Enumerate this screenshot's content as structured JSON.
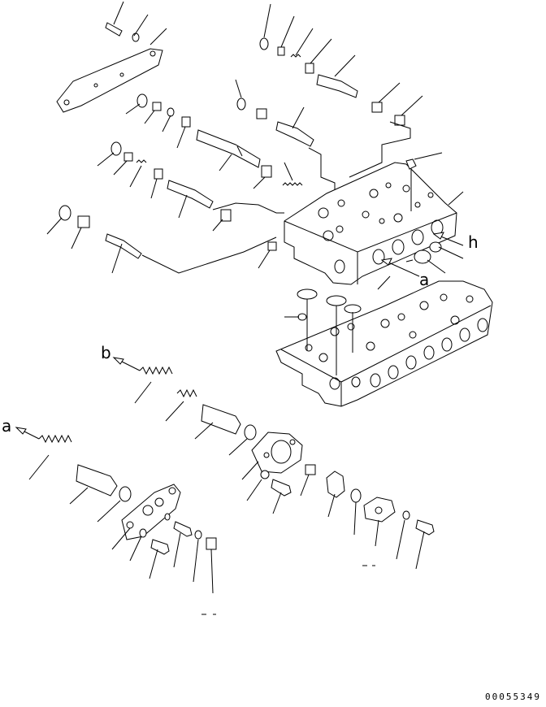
{
  "diagram": {
    "labels": {
      "h": "h",
      "a_block": "a",
      "b": "b",
      "a_left": "a"
    },
    "document_number": "00055349"
  }
}
